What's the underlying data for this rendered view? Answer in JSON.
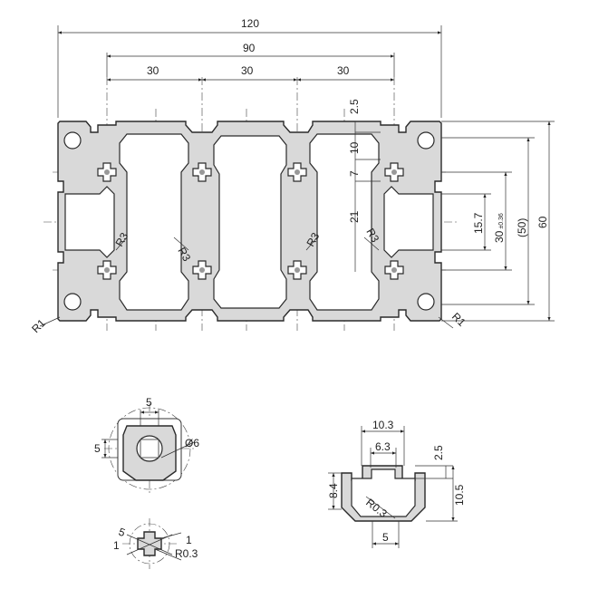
{
  "main_view": {
    "width_overall": "120",
    "width_inner": "90",
    "pitch_1": "30",
    "pitch_2": "30",
    "pitch_3": "30",
    "height_overall": "60",
    "height_ref": "(50)",
    "pitch_vertical": "30",
    "pitch_vertical_tol": "±0.36",
    "slot_inner_height": "15.7",
    "slot_top_lip": "2.5",
    "slot_depth": "10",
    "core_offset": "7",
    "core_span": "21",
    "radius_inner_1": "R3",
    "radius_inner_2": "R3",
    "radius_inner_3": "R3",
    "radius_inner_4": "R3",
    "radius_corner_left": "R1",
    "radius_corner_right": "R1"
  },
  "core_detail": {
    "width": "5",
    "height": "5",
    "bore": "Ø6"
  },
  "slot_detail": {
    "top_width": "10.3",
    "opening": "6.3",
    "lip": "2.5",
    "depth": "10.5",
    "side": "8.4",
    "radius": "R0.3",
    "bottom": "5"
  },
  "cross_detail": {
    "size": "5",
    "offset_a": "1",
    "offset_b": "1",
    "radius": "R0.3"
  }
}
